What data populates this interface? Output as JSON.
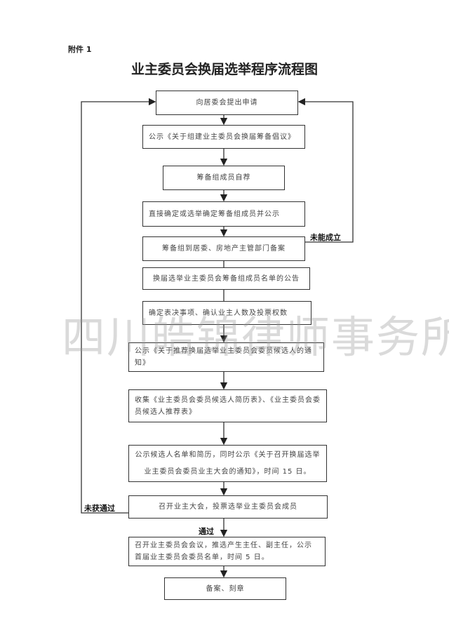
{
  "attachment": "附件 1",
  "title": "业主委员会换届选举程序流程图",
  "steps": [
    "向居委会提出申请",
    "公示《关于组建业主委员会换届筹备倡议》",
    "筹备组成员自荐",
    "直接确定或选举确定筹备组成员并公示",
    "筹备组到居委、房地产主管部门备案",
    "换届选举业主委员会筹备组成员名单的公告",
    "确定表决事项、确认业主人数及投票权数",
    "公示《关于推荐换届选举业主委员会委员候选人的通知》",
    "收集《业主委员会委员候选人简历表》、《业主委员会委员候选人推荐表》",
    "公示候选人名单和简历，同时公示《关于召开换届选举业主委员会委员业主大会的通知》，时间 15 日。",
    "召开业主大会，投票选举业主委员会成员",
    "召开业主委员会会议，推选产生主任、副主任，公示首届业主委员会委员名单，时间 5 日。",
    "备案、刻章"
  ],
  "labels": {
    "not_established": "未能成立",
    "not_passed": "未获通过",
    "passed": "通过"
  },
  "watermark": "四川皓锦律师事务所"
}
